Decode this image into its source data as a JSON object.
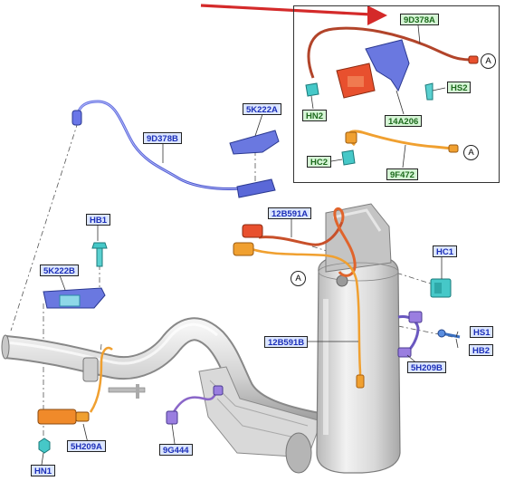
{
  "labels": {
    "inset_top": "9D378A",
    "hn2": "HN2",
    "hs2": "HS2",
    "a14a206": "14A206",
    "hc2": "HC2",
    "a9f472": "9F472",
    "a5k222a": "5K222A",
    "a9d378b": "9D378B",
    "hb1": "HB1",
    "a5k222b": "5K222B",
    "a12b591a": "12B591A",
    "hc1": "HC1",
    "a12b591b": "12B591B",
    "hs1": "HS1",
    "hb2": "HB2",
    "a5h209b": "5H209B",
    "a5h209a": "5H209A",
    "a9g444": "9G444",
    "hn1": "HN1"
  },
  "callouts": {
    "a_inset_1": "A",
    "a_inset_2": "A",
    "a_main": "A"
  },
  "colors": {
    "blue_label_bg": "#dce6ff",
    "blue_label_text": "#1c2fb8",
    "green_label_bg": "#d6f5d6",
    "green_label_text": "#1d6b1d",
    "arrow": "#d42a2a",
    "nox_sensor": "#e8502e",
    "temp_sensor": "#f0a030",
    "teal_connector": "#3ec4c4",
    "purple_sensor": "#8a66c8",
    "blue_bracket": "#5a6ee0"
  }
}
